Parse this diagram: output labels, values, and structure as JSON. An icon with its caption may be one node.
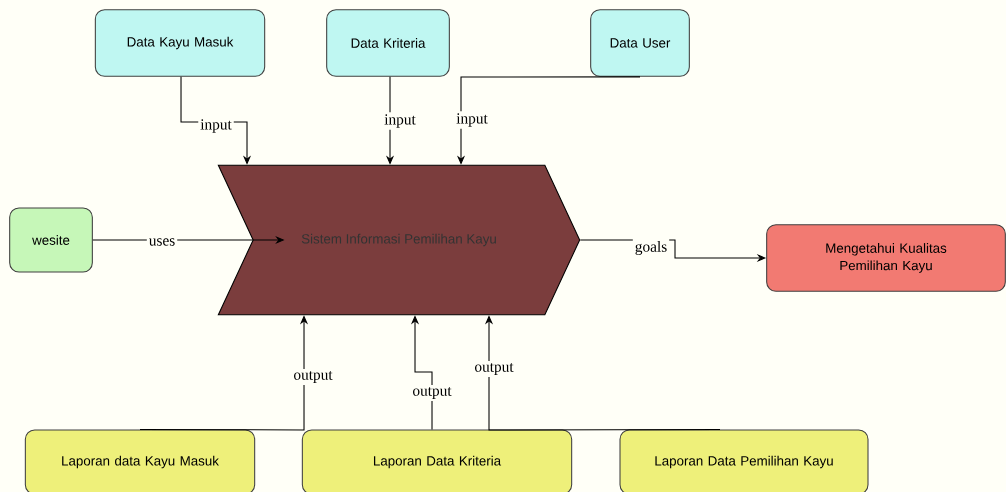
{
  "diagram": {
    "nodes": [
      {
        "text": [
          "Data Kayu Masuk"
        ]
      },
      {
        "text": [
          "Data Kriteria"
        ]
      },
      {
        "text": [
          "Data User"
        ]
      },
      {
        "text": [
          "wesite"
        ]
      },
      {
        "text": [
          "Sistem Informasi Pemilihan Kayu"
        ]
      },
      {
        "text": [
          "Mengetahui Kualitas Pemilihan Kayu"
        ]
      },
      {
        "text": [
          "Laporan data Kayu Masuk"
        ]
      },
      {
        "text": [
          "Laporan Data Kriteria"
        ]
      },
      {
        "text": [
          "Laporan Data Pemilihan Kayu"
        ]
      }
    ],
    "edges": [
      {
        "from": 0,
        "to": 4,
        "arrow": "to",
        "label": "input"
      },
      {
        "from": 1,
        "to": 4,
        "arrow": "to",
        "label": "input"
      },
      {
        "from": 2,
        "to": 4,
        "arrow": "to",
        "label": "input"
      },
      {
        "from": 3,
        "to": 4,
        "arrow": "to",
        "label": "uses"
      },
      {
        "from": 4,
        "to": 5,
        "arrow": "to",
        "label": "goals"
      },
      {
        "from": 6,
        "to": 4,
        "arrow": "to",
        "label": "output"
      },
      {
        "from": 7,
        "to": 4,
        "arrow": "to",
        "label": "output"
      },
      {
        "from": 8,
        "to": 4,
        "arrow": "to",
        "label": "output"
      }
    ]
  }
}
